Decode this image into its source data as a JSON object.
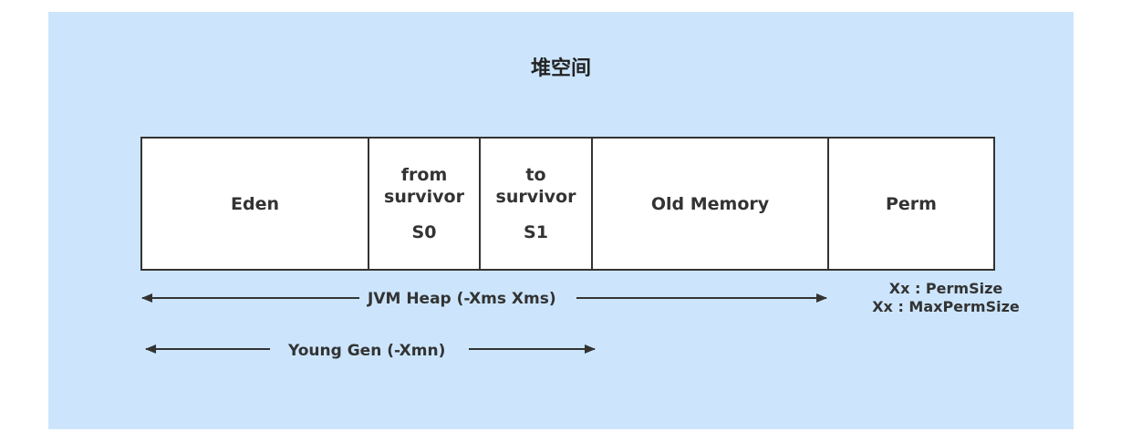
{
  "title": "堆空间",
  "segments": {
    "eden": {
      "label": "Eden"
    },
    "s0": {
      "line1": "from",
      "line2": "survivor",
      "sub": "S0"
    },
    "s1": {
      "line1": "to",
      "line2": "survivor",
      "sub": "S1"
    },
    "old": {
      "label": "Old Memory"
    },
    "perm": {
      "label": "Perm"
    }
  },
  "arrows": {
    "heap": "JVM Heap (-Xms  Xms)",
    "young": "Young Gen (-Xmn)"
  },
  "perm_note": {
    "line1": "Xx : PermSize",
    "line2": "Xx : MaxPermSize"
  },
  "colors": {
    "panel_bg": "#cce5fc",
    "box_border": "#333333",
    "box_fill": "#ffffff",
    "text": "#333333"
  }
}
